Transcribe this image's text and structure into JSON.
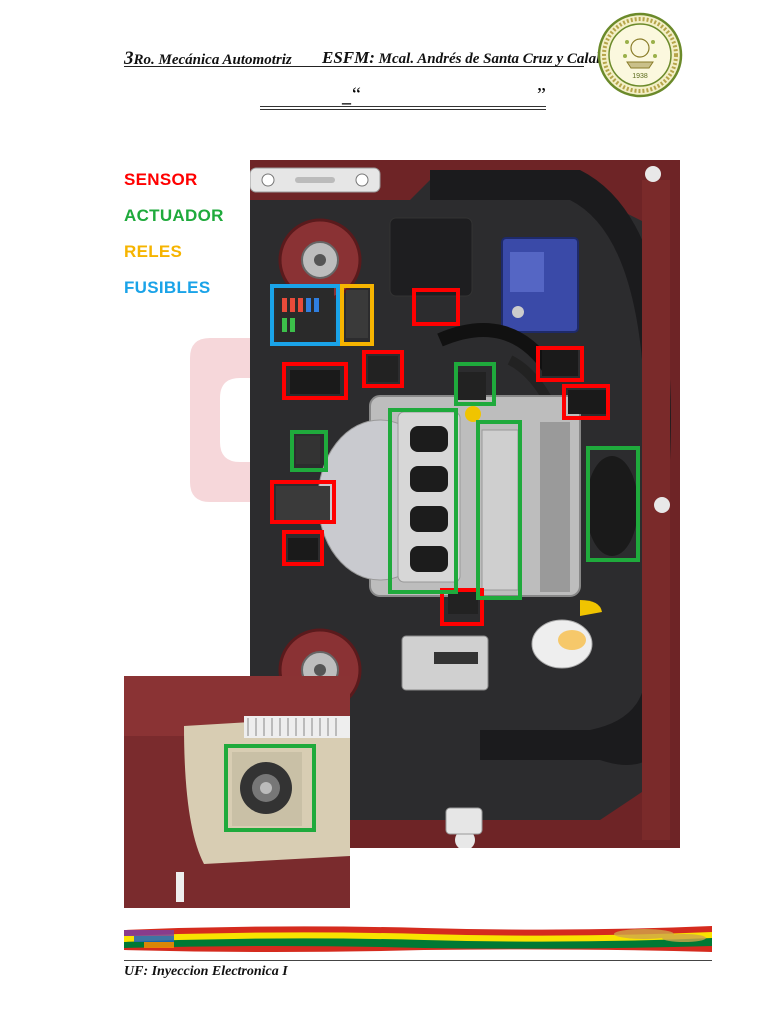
{
  "header": {
    "number": "3",
    "course": "Ro. Mecánica Automotriz",
    "school_prefix": "ESFM:",
    "school": "Mcal. Andrés de Santa Cruz y Calahumana"
  },
  "title": {
    "dash": "_",
    "open_quote": "“",
    "close_quote": "”"
  },
  "legend": {
    "sensor": "SENSOR",
    "actuador": "ACTUADOR",
    "reles": "RELES",
    "fusibles": "FUSIBLES"
  },
  "colors": {
    "sensor": "#ff0000",
    "actuador": "#1faa3c",
    "reles": "#f6b400",
    "fusibles": "#1aa3e8",
    "car_body": "#7a2a2a"
  },
  "seal": {
    "icon": "school-seal-icon",
    "inner_text": "1938"
  },
  "footer": {
    "text": "UF: Inyeccion Electronica I"
  },
  "images": {
    "engine": "engine-bay-illustration",
    "inset": "fuel-tank-filler-inset",
    "flag": "wiphala-bolivia-flag-strip"
  }
}
